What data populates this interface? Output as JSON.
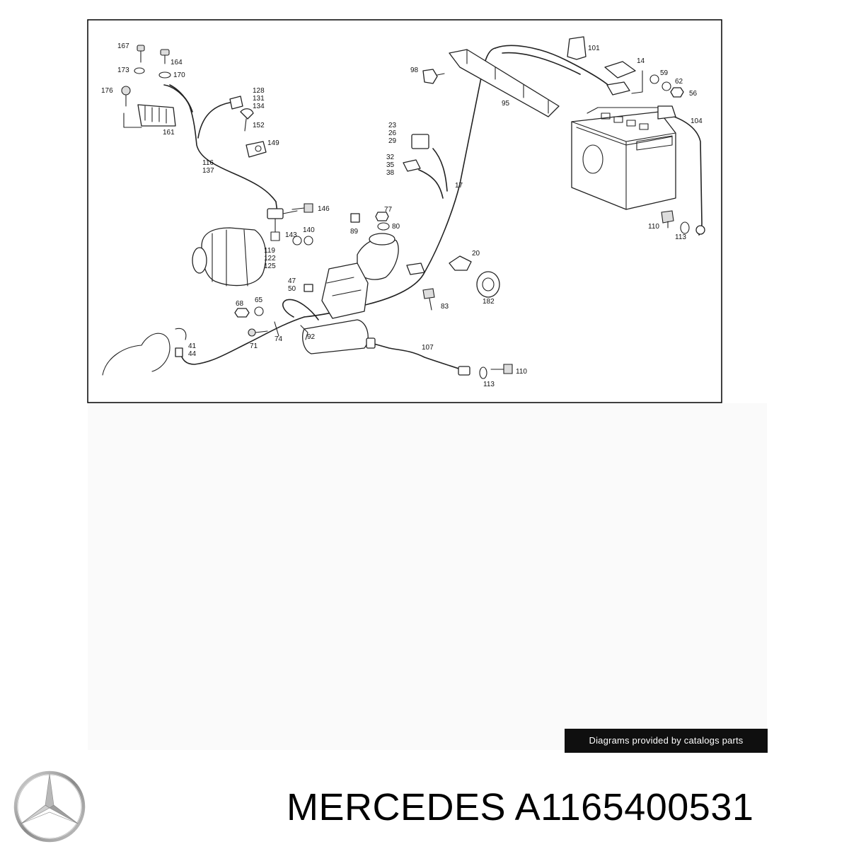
{
  "diagram": {
    "callouts": [
      {
        "id": "c167",
        "text": "167"
      },
      {
        "id": "c173",
        "text": "173"
      },
      {
        "id": "c164",
        "text": "164"
      },
      {
        "id": "c170",
        "text": "170"
      },
      {
        "id": "c176",
        "text": "176"
      },
      {
        "id": "c161",
        "text": "161"
      },
      {
        "id": "c128",
        "text": "128"
      },
      {
        "id": "c131",
        "text": "131"
      },
      {
        "id": "c134",
        "text": "134"
      },
      {
        "id": "c152",
        "text": "152"
      },
      {
        "id": "c149",
        "text": "149"
      },
      {
        "id": "c116",
        "text": "116"
      },
      {
        "id": "c137",
        "text": "137"
      },
      {
        "id": "c146",
        "text": "146"
      },
      {
        "id": "c143",
        "text": "143"
      },
      {
        "id": "c140",
        "text": "140"
      },
      {
        "id": "c119",
        "text": "119"
      },
      {
        "id": "c122",
        "text": "122"
      },
      {
        "id": "c125",
        "text": "125"
      },
      {
        "id": "c47",
        "text": "47"
      },
      {
        "id": "c50",
        "text": "50"
      },
      {
        "id": "c68",
        "text": "68"
      },
      {
        "id": "c65",
        "text": "65"
      },
      {
        "id": "c71",
        "text": "71"
      },
      {
        "id": "c74",
        "text": "74"
      },
      {
        "id": "c92",
        "text": "92"
      },
      {
        "id": "c41",
        "text": "41"
      },
      {
        "id": "c44",
        "text": "44"
      },
      {
        "id": "c23",
        "text": "23"
      },
      {
        "id": "c26",
        "text": "26"
      },
      {
        "id": "c29",
        "text": "29"
      },
      {
        "id": "c32",
        "text": "32"
      },
      {
        "id": "c35",
        "text": "35"
      },
      {
        "id": "c38",
        "text": "38"
      },
      {
        "id": "c17",
        "text": "17"
      },
      {
        "id": "c89",
        "text": "89"
      },
      {
        "id": "c77",
        "text": "77"
      },
      {
        "id": "c80",
        "text": "80"
      },
      {
        "id": "c98",
        "text": "98"
      },
      {
        "id": "c95",
        "text": "95"
      },
      {
        "id": "c101",
        "text": "101"
      },
      {
        "id": "c14",
        "text": "14"
      },
      {
        "id": "c59",
        "text": "59"
      },
      {
        "id": "c62",
        "text": "62"
      },
      {
        "id": "c56",
        "text": "56"
      },
      {
        "id": "c104",
        "text": "104"
      },
      {
        "id": "c110a",
        "text": "110"
      },
      {
        "id": "c113a",
        "text": "113"
      },
      {
        "id": "c20",
        "text": "20"
      },
      {
        "id": "c83",
        "text": "83"
      },
      {
        "id": "c182",
        "text": "182"
      },
      {
        "id": "c107",
        "text": "107"
      },
      {
        "id": "c110b",
        "text": "110"
      },
      {
        "id": "c113b",
        "text": "113"
      }
    ]
  },
  "credit": {
    "text": "Diagrams provided by catalogs parts"
  },
  "part": {
    "title": "MERCEDES A1165400531"
  },
  "brand": {
    "logo_icon": "mercedes-star-icon"
  }
}
